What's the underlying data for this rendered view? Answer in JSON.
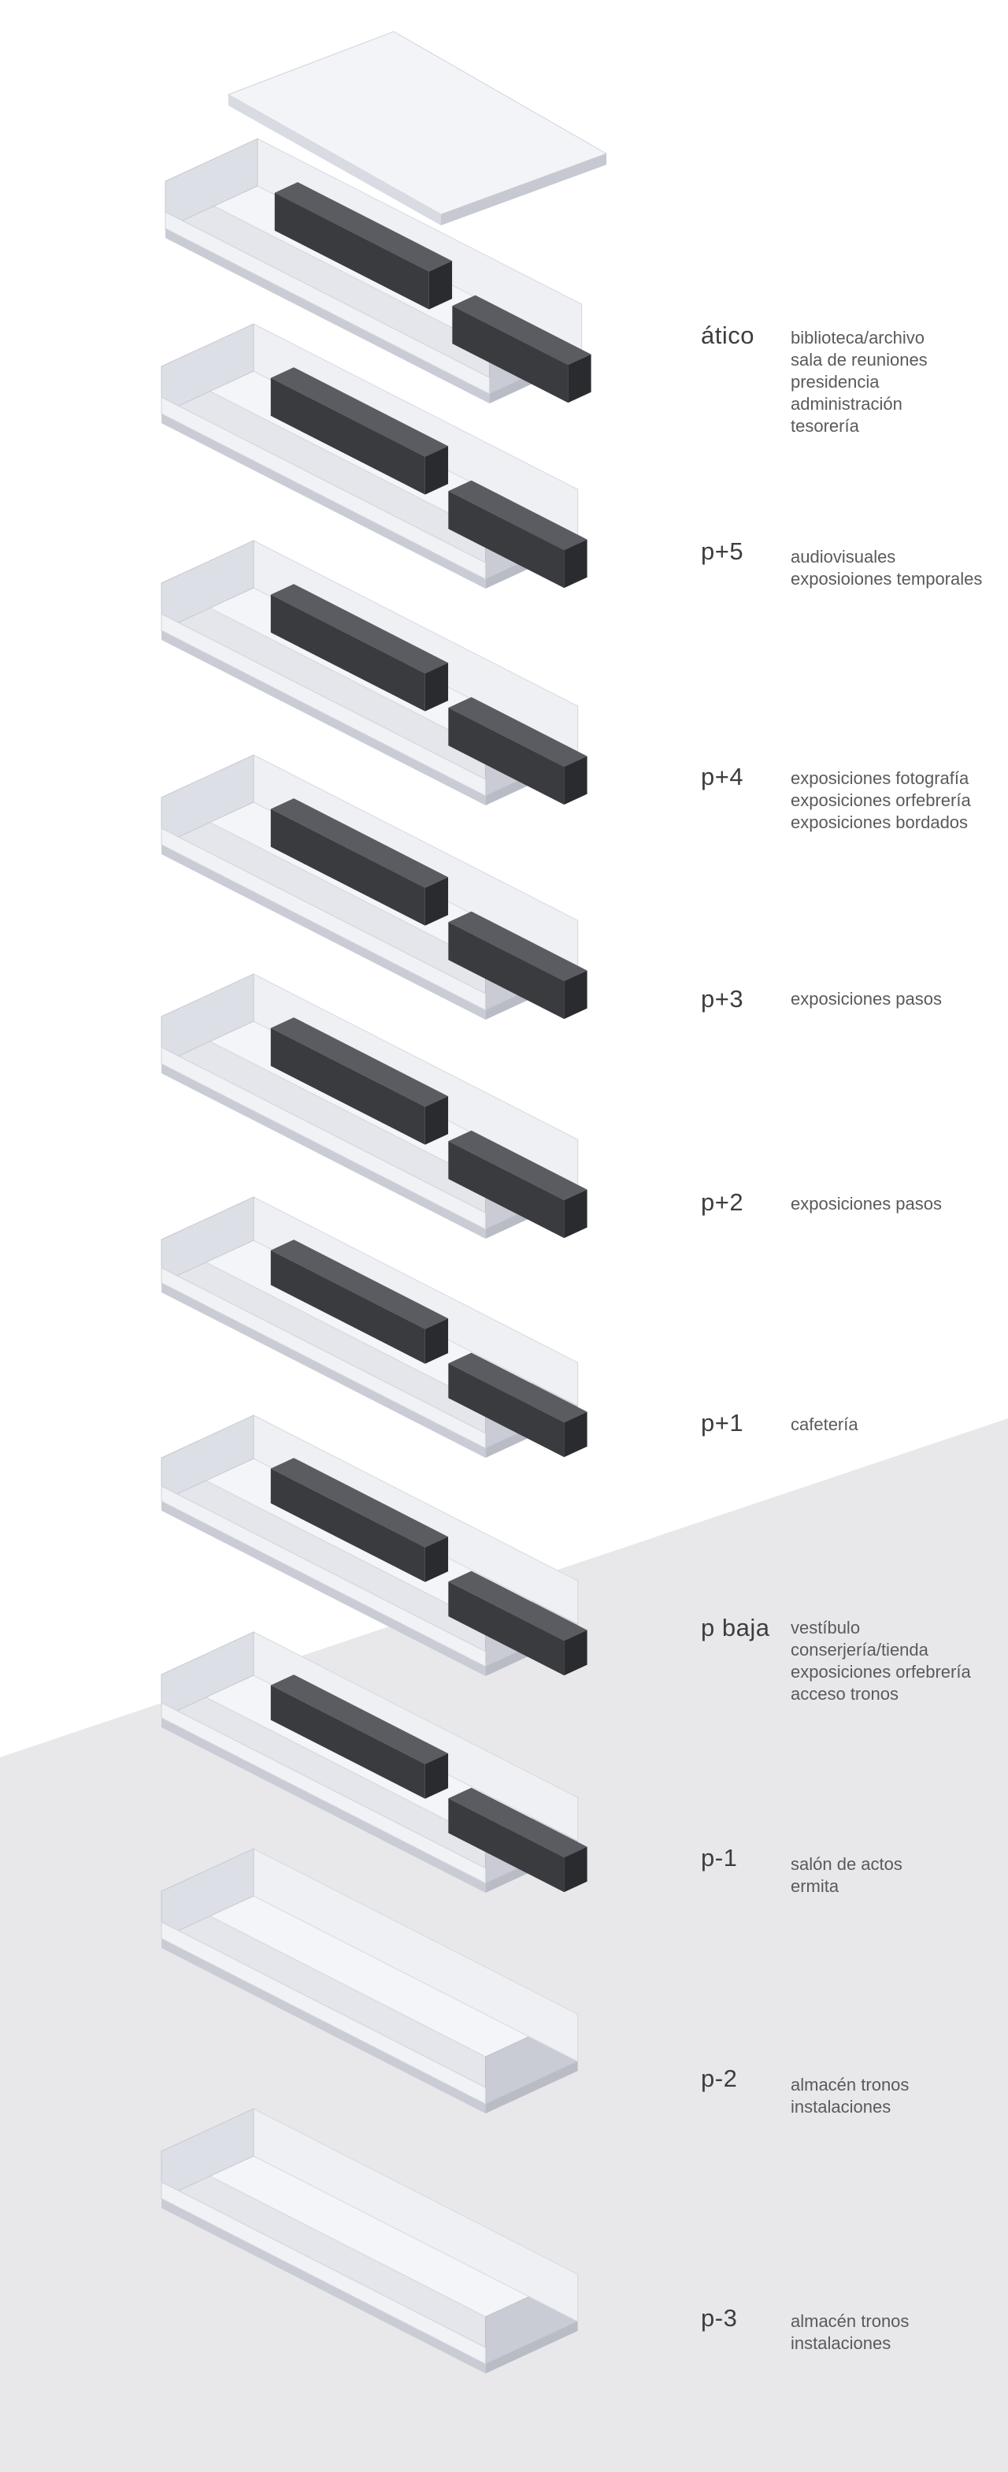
{
  "colors": {
    "ground": "#e8e8ea",
    "slab_top": "#f4f5f8",
    "wall_light": "#e4e6ec",
    "wall_shade": "#c9ccd4",
    "showcase": "#3a3b3f",
    "showcase_top": "#5a5c62",
    "text": "#3d3d3d"
  },
  "levels": [
    {
      "id": "atico",
      "label": "ático",
      "uses": [
        "biblioteca/archivo",
        "sala de reuniones",
        "presidencia",
        "administración",
        "tesorería"
      ]
    },
    {
      "id": "p5",
      "label": "p+5",
      "uses": [
        "audiovisuales",
        "exposioiones temporales"
      ]
    },
    {
      "id": "p4",
      "label": "p+4",
      "uses": [
        "exposiciones fotografía",
        "exposiciones orfebrería",
        "exposiciones bordados"
      ]
    },
    {
      "id": "p3",
      "label": "p+3",
      "uses": [
        "exposiciones pasos"
      ]
    },
    {
      "id": "p2",
      "label": "p+2",
      "uses": [
        "exposiciones pasos"
      ]
    },
    {
      "id": "p1",
      "label": "p+1",
      "uses": [
        "cafetería"
      ]
    },
    {
      "id": "pbaja",
      "label": "p baja",
      "uses": [
        "vestíbulo",
        "conserjería/tienda",
        "exposiciones orfebrería",
        "acceso tronos"
      ]
    },
    {
      "id": "pm1",
      "label": "p-1",
      "uses": [
        "salón de actos",
        "ermita"
      ]
    },
    {
      "id": "pm2",
      "label": "p-2",
      "uses": [
        "almacén tronos",
        "instalaciones"
      ]
    },
    {
      "id": "pm3",
      "label": "p-3",
      "uses": [
        "almacén tronos",
        "instalaciones"
      ]
    }
  ]
}
